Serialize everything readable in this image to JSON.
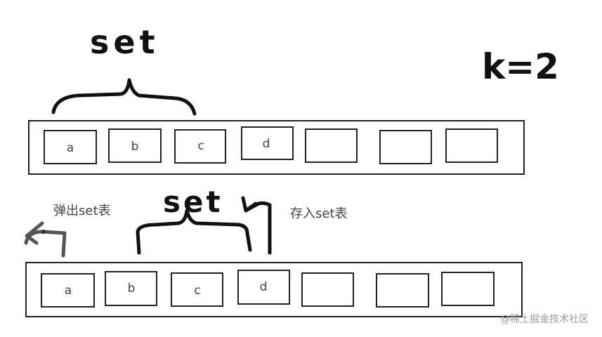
{
  "top_label": "set",
  "k_label": "k=2",
  "row1": {
    "cells": [
      "a",
      "b",
      "c",
      "d",
      "",
      "",
      ""
    ]
  },
  "row2": {
    "cells": [
      "a",
      "b",
      "c",
      "d",
      "",
      "",
      ""
    ]
  },
  "second_label": "set",
  "pop_note": "弹出set表",
  "push_note": "存入set表",
  "watermark": "@稀土掘金技术社区",
  "colors": {
    "ink": "#111111",
    "arrow_gray": "#555555",
    "note_gray": "#444444"
  }
}
